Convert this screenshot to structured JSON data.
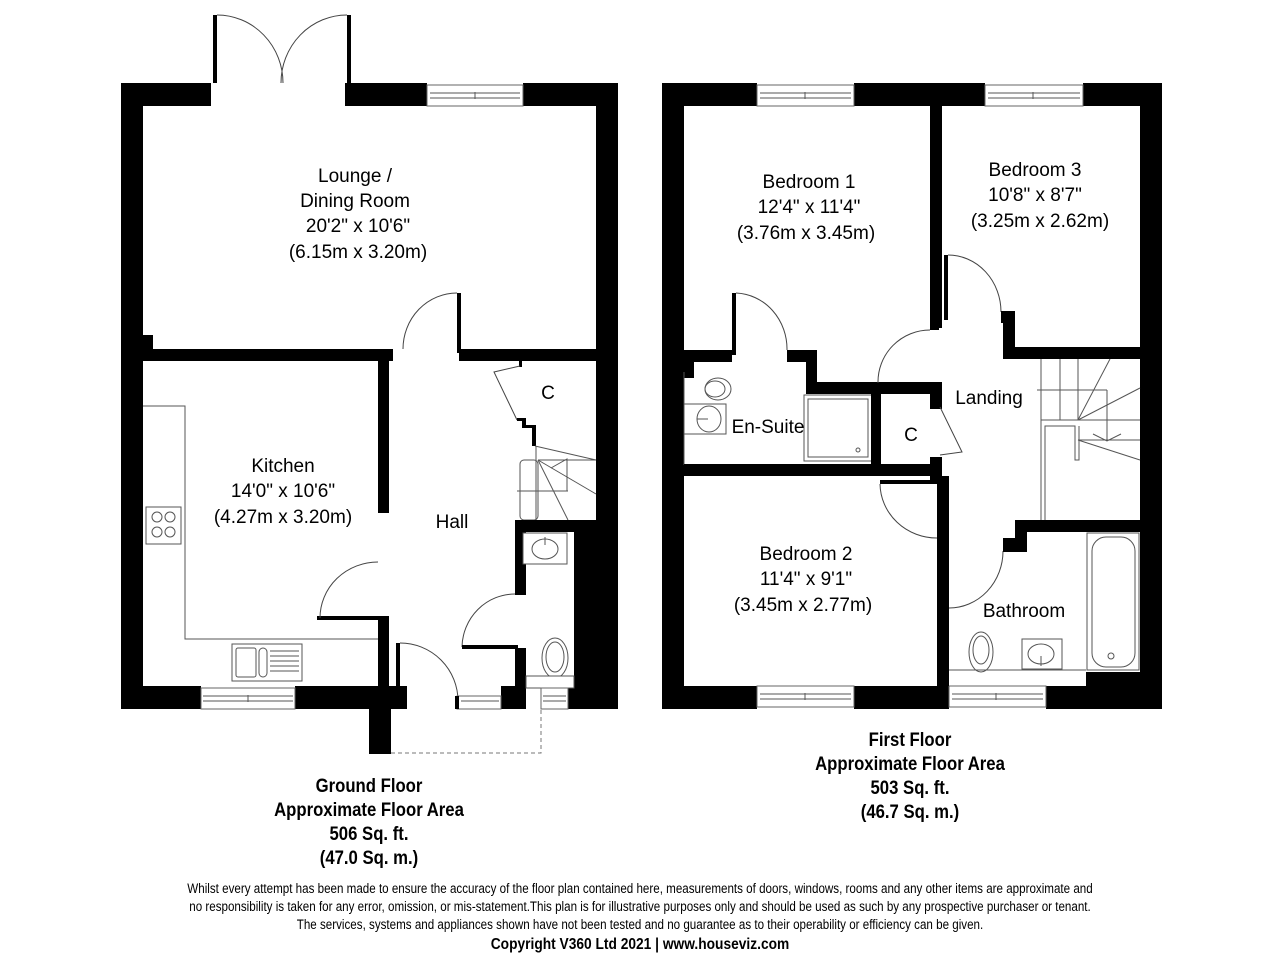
{
  "ground_floor": {
    "rooms": [
      {
        "name": "Lounge /",
        "name2": "Dining Room",
        "imperial": "20'2\" x 10'6\"",
        "metric": "(6.15m x 3.20m)"
      },
      {
        "name": "Kitchen",
        "imperial": "14'0\" x 10'6\"",
        "metric": "(4.27m x 3.20m)"
      },
      {
        "name": "Hall"
      },
      {
        "name": "C"
      }
    ],
    "summary": {
      "title": "Ground Floor",
      "subtitle": "Approximate Floor Area",
      "sqft": "506 Sq. ft.",
      "sqm": "(47.0 Sq. m.)"
    }
  },
  "first_floor": {
    "rooms": [
      {
        "name": "Bedroom 1",
        "imperial": "12'4\" x 11'4\"",
        "metric": "(3.76m x 3.45m)"
      },
      {
        "name": "Bedroom 3",
        "imperial": "10'8\" x 8'7\"",
        "metric": "(3.25m x 2.62m)"
      },
      {
        "name": "Bedroom 2",
        "imperial": "11'4\" x 9'1\"",
        "metric": "(3.45m x 2.77m)"
      },
      {
        "name": "En-Suite"
      },
      {
        "name": "Landing"
      },
      {
        "name": "C"
      },
      {
        "name": "Bathroom"
      }
    ],
    "summary": {
      "title": "First Floor",
      "subtitle": "Approximate Floor Area",
      "sqft": "503 Sq. ft.",
      "sqm": "(46.7 Sq. m.)"
    }
  },
  "disclaimer": {
    "line1": "Whilst every attempt has been made to ensure the accuracy of the floor plan contained here, measurements of doors, windows, rooms and any other items are approximate and",
    "line2": "no responsibility is taken for any error, omission, or mis-statement.This plan is for illustrative purposes only and should be used as such by any prospective purchaser or tenant.",
    "line3": "The services, systems and appliances shown have not been tested and no guarantee as to their operability or efficiency can be given.",
    "copyright": "Copyright V360 Ltd 2021 | www.houseviz.com"
  }
}
